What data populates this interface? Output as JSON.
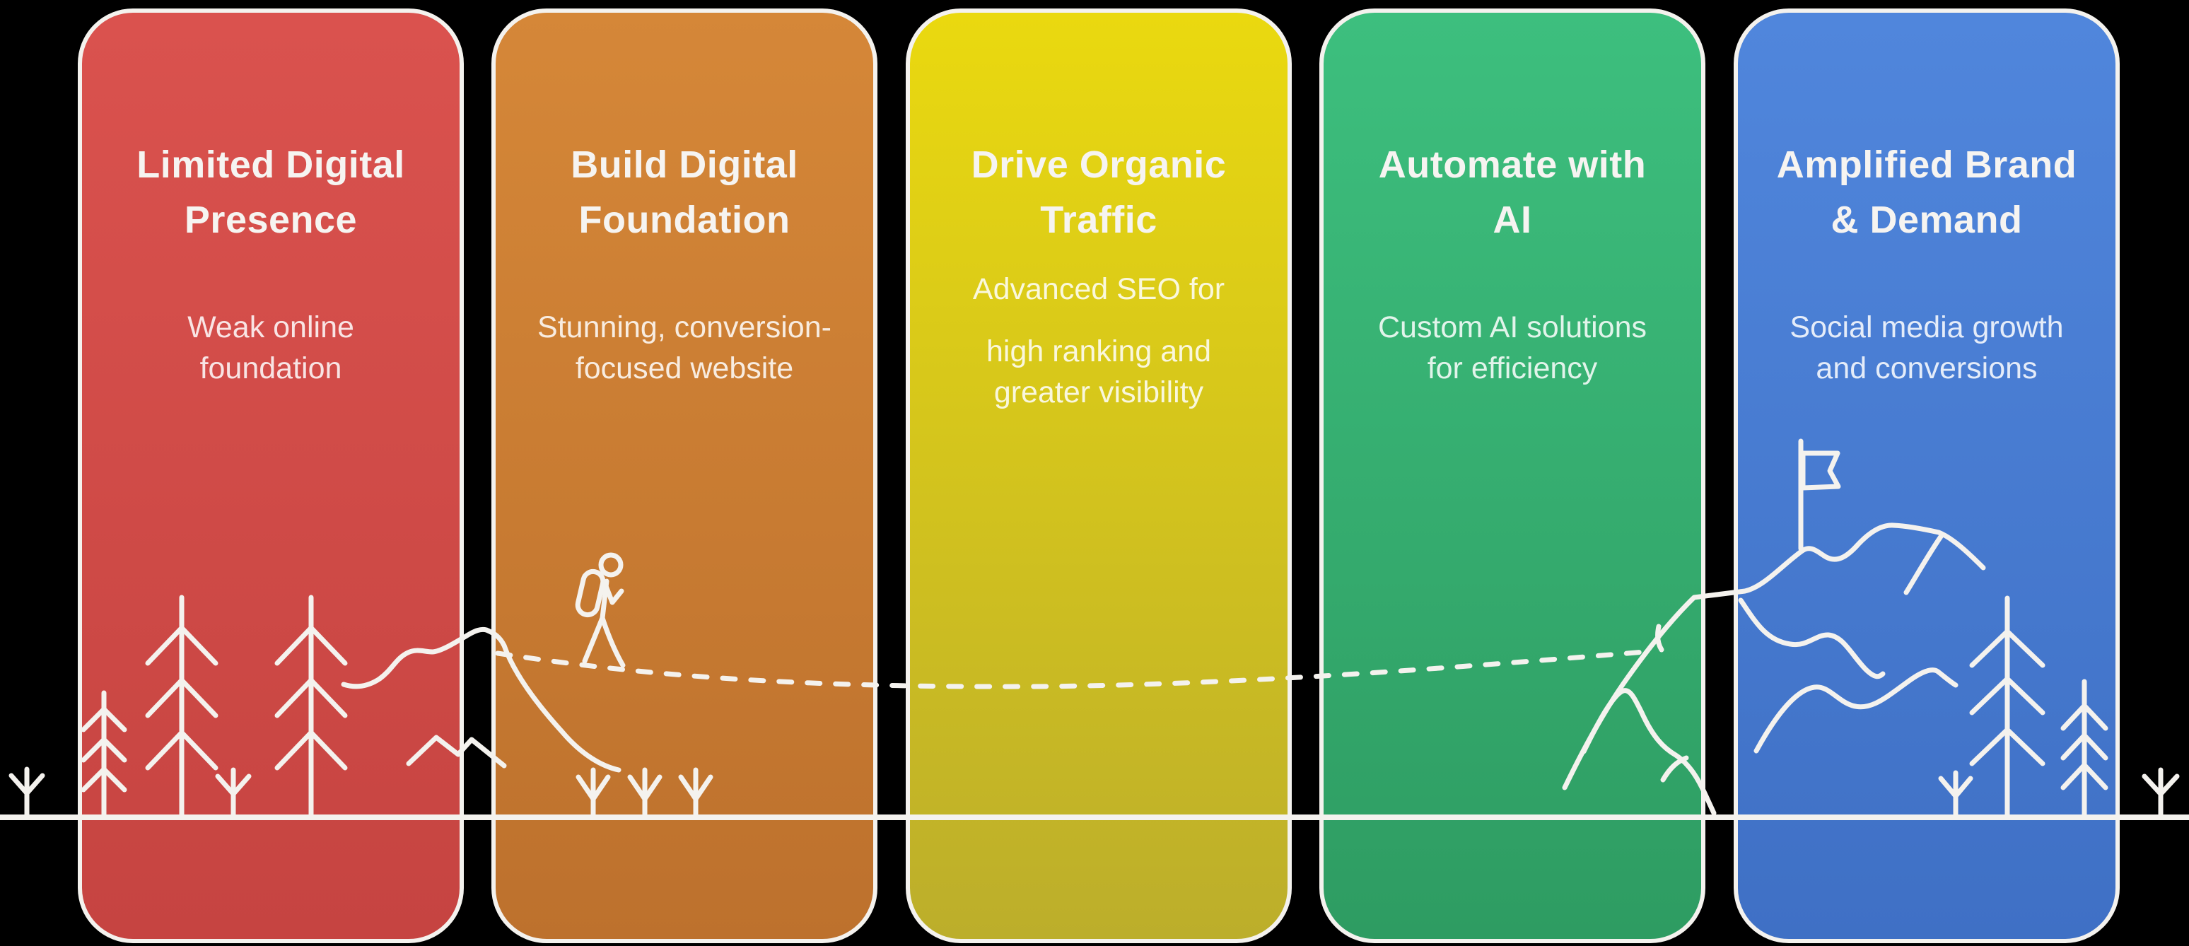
{
  "background_color": "#000000",
  "card_border_color": "#f4f2ee",
  "cards": [
    {
      "title": "Limited Digital\nPresence",
      "subtitle": "Weak online\nfoundation",
      "subtitle2": "",
      "color_top": "#da524e",
      "color_bottom": "#c64441"
    },
    {
      "title": "Build Digital\nFoundation",
      "subtitle": "Stunning, conversion-\nfocused website",
      "subtitle2": "",
      "color_top": "#d58738",
      "color_bottom": "#bd712d"
    },
    {
      "title": "Drive Organic\nTraffic",
      "subtitle": "Advanced SEO for",
      "subtitle2": "high ranking and\ngreater visibility",
      "color_top": "#ead90f",
      "color_bottom": "#bcae2b"
    },
    {
      "title": "Automate with\nAI",
      "subtitle": "Custom AI solutions\nfor efficiency",
      "subtitle2": "",
      "color_top": "#3dbf7e",
      "color_bottom": "#2e9c62"
    },
    {
      "title": "Amplified Brand\n& Demand",
      "subtitle": "Social media growth\nand conversions",
      "subtitle2": "",
      "color_top": "#5086dc",
      "color_bottom": "#3f70c5"
    }
  ],
  "illustration": {
    "stroke_color": "#f4f2ee",
    "elements": [
      "ground-line",
      "roadside-sprout-icons",
      "pine-tree-icons",
      "wavy-trail",
      "hiker-icon",
      "dashed-trail",
      "foothill-icons",
      "mountain-slope",
      "mountain-ridge-icons",
      "summit-flag-icon"
    ]
  }
}
